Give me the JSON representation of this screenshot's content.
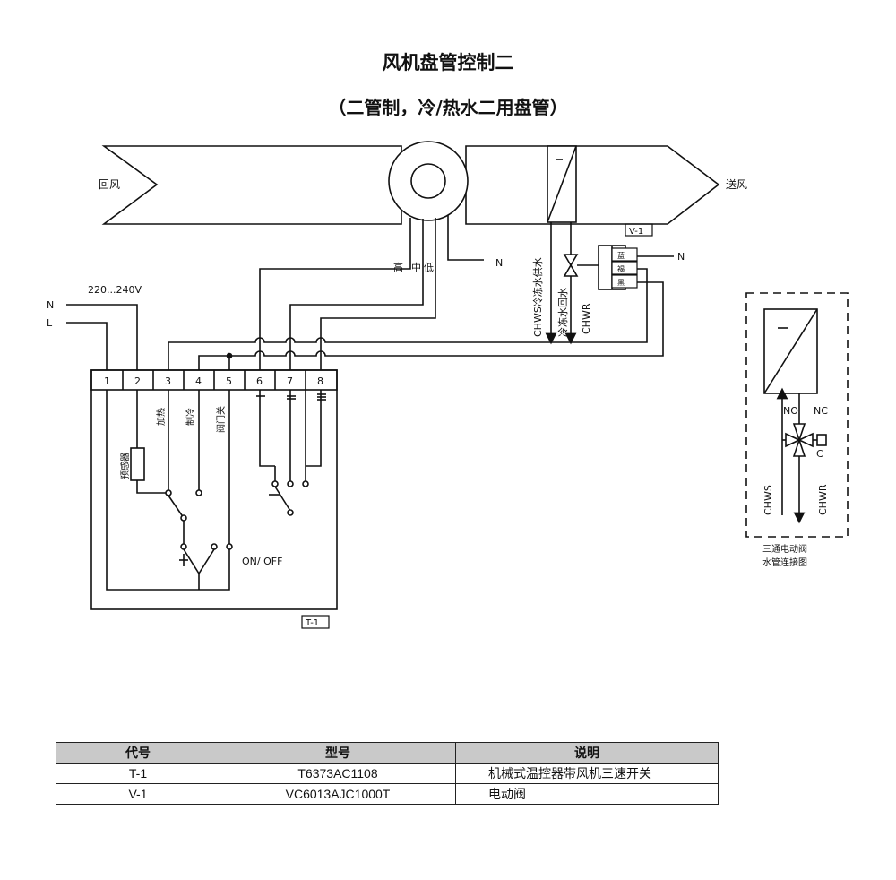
{
  "title": "风机盘管控制二",
  "subtitle": "（二管制，冷/热水二用盘管）",
  "labels": {
    "return_air": "回风",
    "supply_air": "送风",
    "power_voltage": "220...240V",
    "n": "N",
    "l": "L",
    "n_fan": "N",
    "n_valve": "N",
    "speed_high": "高",
    "speed_mid": "中",
    "speed_low": "低",
    "chws_supply": "CHWS冷冻水供水",
    "chwr_return": "冷冻水回水",
    "chwr": "CHWR",
    "v1_tag": "V-1",
    "t1_tag": "T-1",
    "wire_blue": "蓝",
    "wire_brown": "褐",
    "wire_black": "黑",
    "sensor": "预感器",
    "heat": "加热",
    "cool": "制冷",
    "valve_close": "阀门关",
    "on_off": "ON/ OFF",
    "terminals": [
      "1",
      "2",
      "3",
      "4",
      "5",
      "6",
      "7",
      "8"
    ]
  },
  "inset": {
    "no": "NO",
    "nc": "NC",
    "c": "C",
    "chws": "CHWS",
    "chwr": "CHWR",
    "caption_line1": "三通电动阀",
    "caption_line2": "水管连接图"
  },
  "table": {
    "headers": [
      "代号",
      "型号",
      "说明"
    ],
    "rows": [
      [
        "T-1",
        "T6373AC1108",
        "机械式温控器带风机三速开关"
      ],
      [
        "V-1",
        "VC6013AJC1000T",
        "电动阀"
      ]
    ]
  }
}
